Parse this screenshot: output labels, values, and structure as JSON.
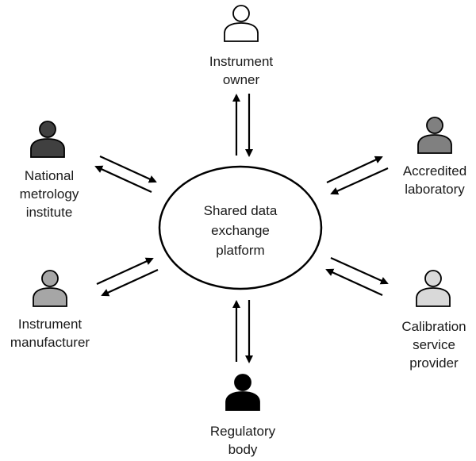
{
  "diagram": {
    "center": {
      "label_lines": [
        "Shared data",
        "exchange",
        "platform"
      ]
    },
    "actors": [
      {
        "id": "instrument-owner",
        "label_lines": [
          "Instrument",
          "owner"
        ],
        "icon": "person-icon",
        "fill": "#ffffff"
      },
      {
        "id": "national-metrology-institute",
        "label_lines": [
          "National",
          "metrology",
          "institute"
        ],
        "icon": "person-icon",
        "fill": "#404040"
      },
      {
        "id": "accredited-laboratory",
        "label_lines": [
          "Accredited",
          "laboratory"
        ],
        "icon": "person-icon",
        "fill": "#808080"
      },
      {
        "id": "instrument-manufacturer",
        "label_lines": [
          "Instrument",
          "manufacturer"
        ],
        "icon": "person-icon",
        "fill": "#a6a6a6"
      },
      {
        "id": "calibration-service-provider",
        "label_lines": [
          "Calibration",
          "service",
          "provider"
        ],
        "icon": "person-icon",
        "fill": "#d9d9d9"
      },
      {
        "id": "regulatory-body",
        "label_lines": [
          "Regulatory",
          "body"
        ],
        "icon": "person-icon",
        "fill": "#000000"
      }
    ],
    "connections": [
      {
        "actor": "instrument-owner",
        "type": "bidirectional"
      },
      {
        "actor": "national-metrology-institute",
        "type": "bidirectional"
      },
      {
        "actor": "accredited-laboratory",
        "type": "bidirectional"
      },
      {
        "actor": "instrument-manufacturer",
        "type": "bidirectional"
      },
      {
        "actor": "calibration-service-provider",
        "type": "bidirectional"
      },
      {
        "actor": "regulatory-body",
        "type": "bidirectional"
      }
    ]
  }
}
